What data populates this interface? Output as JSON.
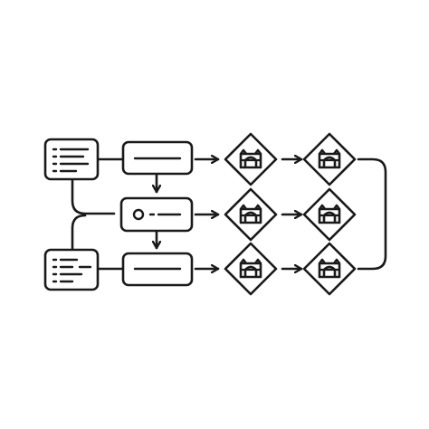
{
  "diagram": {
    "stroke_color": "#1a1a1a",
    "background": "#ffffff",
    "doc_nodes": [
      {
        "name": "document-node-top",
        "icon": "document-lines-icon"
      },
      {
        "name": "document-node-bottom",
        "icon": "document-lines-icon"
      }
    ],
    "process_nodes": [
      {
        "name": "process-box-top",
        "variant": "line"
      },
      {
        "name": "process-box-middle",
        "variant": "circle-line"
      },
      {
        "name": "process-box-bottom",
        "variant": "line"
      }
    ],
    "diamond_nodes": [
      {
        "name": "gateway-diamond-r1c1",
        "icon": "bridge-icon"
      },
      {
        "name": "gateway-diamond-r1c2",
        "icon": "bridge-icon"
      },
      {
        "name": "gateway-diamond-r2c1",
        "icon": "bridge-icon"
      },
      {
        "name": "gateway-diamond-r2c2",
        "icon": "bridge-icon"
      },
      {
        "name": "gateway-diamond-r3c1",
        "icon": "bridge-icon"
      },
      {
        "name": "gateway-diamond-r3c2",
        "icon": "bridge-icon"
      }
    ]
  }
}
